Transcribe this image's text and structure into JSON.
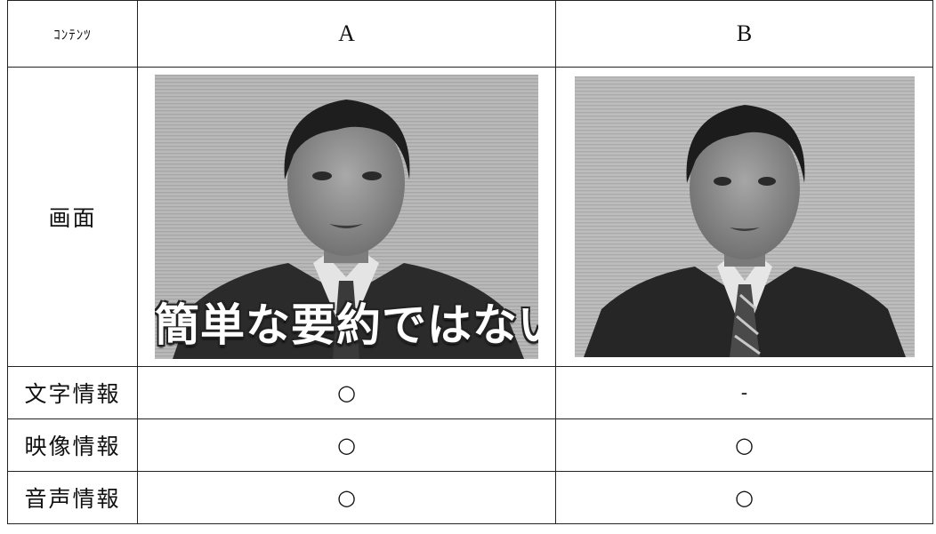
{
  "table": {
    "header": {
      "label": "ｺﾝﾃﾝﾂ",
      "col_a": "A",
      "col_b": "B"
    },
    "screen_row": {
      "label": "画面",
      "a_caption": "簡単な要約ではない",
      "image_description_a": "man-in-suit-with-caption-grayscale",
      "image_description_b": "man-in-suit-grayscale"
    },
    "rows": [
      {
        "label": "文字情報",
        "a": "○",
        "b": "-"
      },
      {
        "label": "映像情報",
        "a": "○",
        "b": "○"
      },
      {
        "label": "音声情報",
        "a": "○",
        "b": "○"
      }
    ]
  }
}
